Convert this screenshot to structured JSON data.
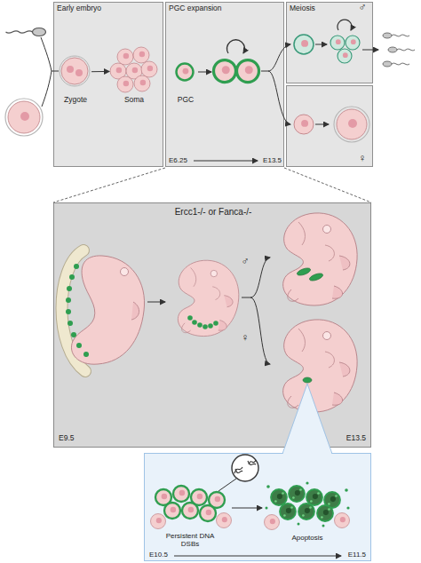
{
  "diagram": {
    "nodes": [
      {
        "text": [
          "Early embryo"
        ]
      },
      {
        "text": [
          "Zygote"
        ],
        "in": 0
      },
      {
        "text": [
          "Soma"
        ],
        "in": 0
      },
      {
        "text": [
          "PGC expansion",
          "E6.25",
          "E13.5"
        ]
      },
      {
        "text": [
          "PGC"
        ],
        "in": 3
      },
      {
        "text": [
          "Meiosis",
          "♂"
        ]
      },
      {
        "text": [
          "♀"
        ]
      },
      {
        "text": [
          "Ercc1-/- or Fanca-/-",
          "♂",
          "♀",
          "E9.5",
          "E13.5"
        ]
      },
      {
        "text": [
          "E10.5",
          "E11.5"
        ]
      },
      {
        "text": [
          "Persistent DNA DSBs"
        ],
        "in": 8
      },
      {
        "text": [
          "Apoptosis"
        ],
        "in": 8
      }
    ],
    "edges": [
      {
        "from": 1,
        "to": 2,
        "arrow": "to"
      },
      {
        "from": 9,
        "to": 10,
        "arrow": "to"
      }
    ]
  }
}
